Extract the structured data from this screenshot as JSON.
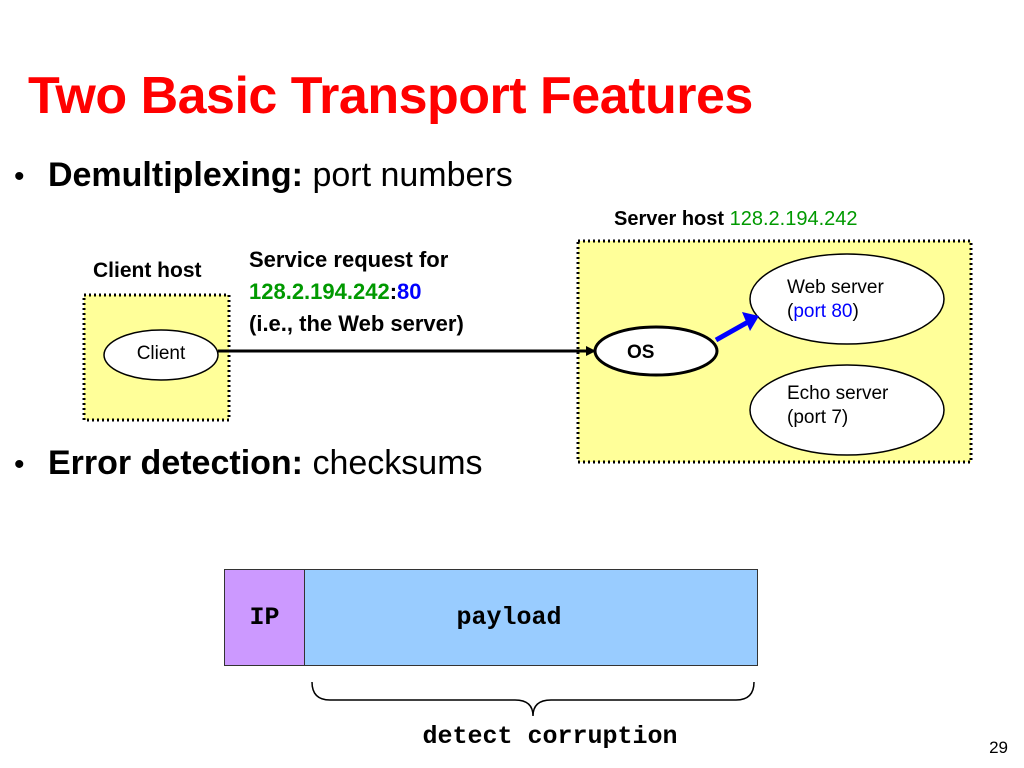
{
  "slide": {
    "title": "Two Basic Transport Features",
    "page_number": "29"
  },
  "bullets": [
    {
      "bold": "Demultiplexing:",
      "text": " port numbers"
    },
    {
      "bold": "Error detection:",
      "text": " checksums"
    }
  ],
  "diagram": {
    "client_host_label": "Client host",
    "client_label": "Client",
    "server_host_prefix": "Server host ",
    "server_ip": "128.2.194.242",
    "request_line1": "Service request for",
    "request_ip": "128.2.194.242",
    "request_colon": ":",
    "request_port": "80",
    "request_line3": "(i.e., the Web server)",
    "os_label": "OS",
    "web_server_line1": "Web server",
    "web_server_open": "(",
    "web_server_port": "port 80",
    "web_server_close": ")",
    "echo_server_line1": "Echo server",
    "echo_server_line2": "(port 7)"
  },
  "packet": {
    "ip_label": "IP",
    "payload_label": "payload",
    "brace_label": "detect corruption"
  },
  "colors": {
    "title": "#ff0000",
    "host_fill": "#ffff99",
    "ip_green": "#009900",
    "port_blue": "#0000ff",
    "ip_box": "#cc99ff",
    "payload_box": "#99ccff"
  }
}
